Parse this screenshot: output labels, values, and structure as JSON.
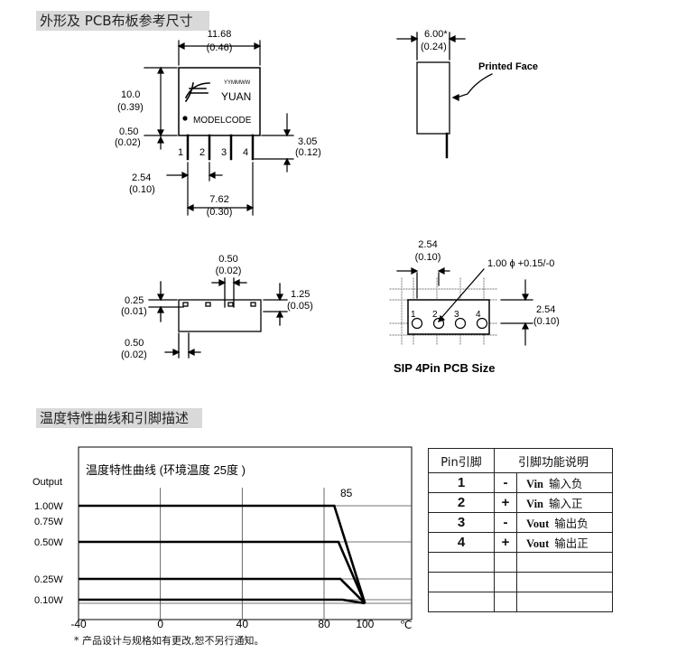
{
  "section_titles": {
    "dimensions": "外形及  PCB布板参考尺寸",
    "temperature": "温度特性曲线和引脚描述"
  },
  "front_view": {
    "width_mm": "11.68",
    "width_in": "(0.46)",
    "height_mm": "10.0",
    "height_in": "(0.39)",
    "standoff_mm": "0.50",
    "standoff_in": "(0.02)",
    "pin_len_mm": "3.05",
    "pin_len_in": "(0.12)",
    "pitch_mm": "2.54",
    "pitch_in": "(0.10)",
    "span_mm": "7.62",
    "span_in": "(0.30)",
    "date_code": "YYMMWW",
    "brand": "YUAN",
    "model": "MODELCODE",
    "pins": [
      "1",
      "2",
      "3",
      "4"
    ]
  },
  "side_view": {
    "thickness_mm": "6.00*",
    "thickness_in": "(0.24)",
    "face_label": "Printed Face"
  },
  "bottom_view": {
    "pin_w_mm": "0.50",
    "pin_w_in": "(0.02)",
    "recess_mm": "0.25",
    "recess_in": "(0.01)",
    "edge_mm": "1.25",
    "edge_in": "(0.05)",
    "pin_th_mm": "0.50",
    "pin_th_in": "(0.02)"
  },
  "pcb_view": {
    "pitch_mm": "2.54",
    "pitch_in": "(0.10)",
    "hole": "1.00 ϕ +0.15/-0",
    "row_mm": "2.54",
    "row_in": "(0.10)",
    "pins": [
      "1",
      "2",
      "3",
      "4"
    ],
    "caption": "SIP 4Pin  PCB Size"
  },
  "chart_data": {
    "type": "line",
    "title": "温度特性曲线   (环境温度  25度     )",
    "ylabel": "Output",
    "xlabel": "℃",
    "x_ticks": [
      "-40",
      "0",
      "40",
      "80",
      "100"
    ],
    "y_ticks": [
      "1.00W",
      "0.75W",
      "0.50W",
      "0.25W",
      "0.10W"
    ],
    "annotation": "85",
    "xlim": [
      -40,
      100
    ],
    "series": [
      {
        "x": [
          -40,
          85,
          100
        ],
        "y": [
          1.0,
          1.0,
          0
        ]
      },
      {
        "x": [
          -40,
          87,
          100
        ],
        "y": [
          0.5,
          0.5,
          0
        ]
      },
      {
        "x": [
          -40,
          88,
          100
        ],
        "y": [
          0.25,
          0.25,
          0
        ]
      },
      {
        "x": [
          -40,
          89,
          100
        ],
        "y": [
          0.1,
          0.1,
          0
        ]
      }
    ],
    "grid": true
  },
  "footnote": "*   产品设计与规格如有更改,恕不另行通知。",
  "pin_table": {
    "headers": [
      "Pin引脚",
      "引脚功能说明"
    ],
    "rows": [
      {
        "pin": "1",
        "sign": "-",
        "name": "Vin",
        "desc": "输入负"
      },
      {
        "pin": "2",
        "sign": "+",
        "name": "Vin",
        "desc": "输入正"
      },
      {
        "pin": "3",
        "sign": "-",
        "name": "Vout",
        "desc": "输出负"
      },
      {
        "pin": "4",
        "sign": "+",
        "name": "Vout",
        "desc": "输出正"
      }
    ]
  }
}
